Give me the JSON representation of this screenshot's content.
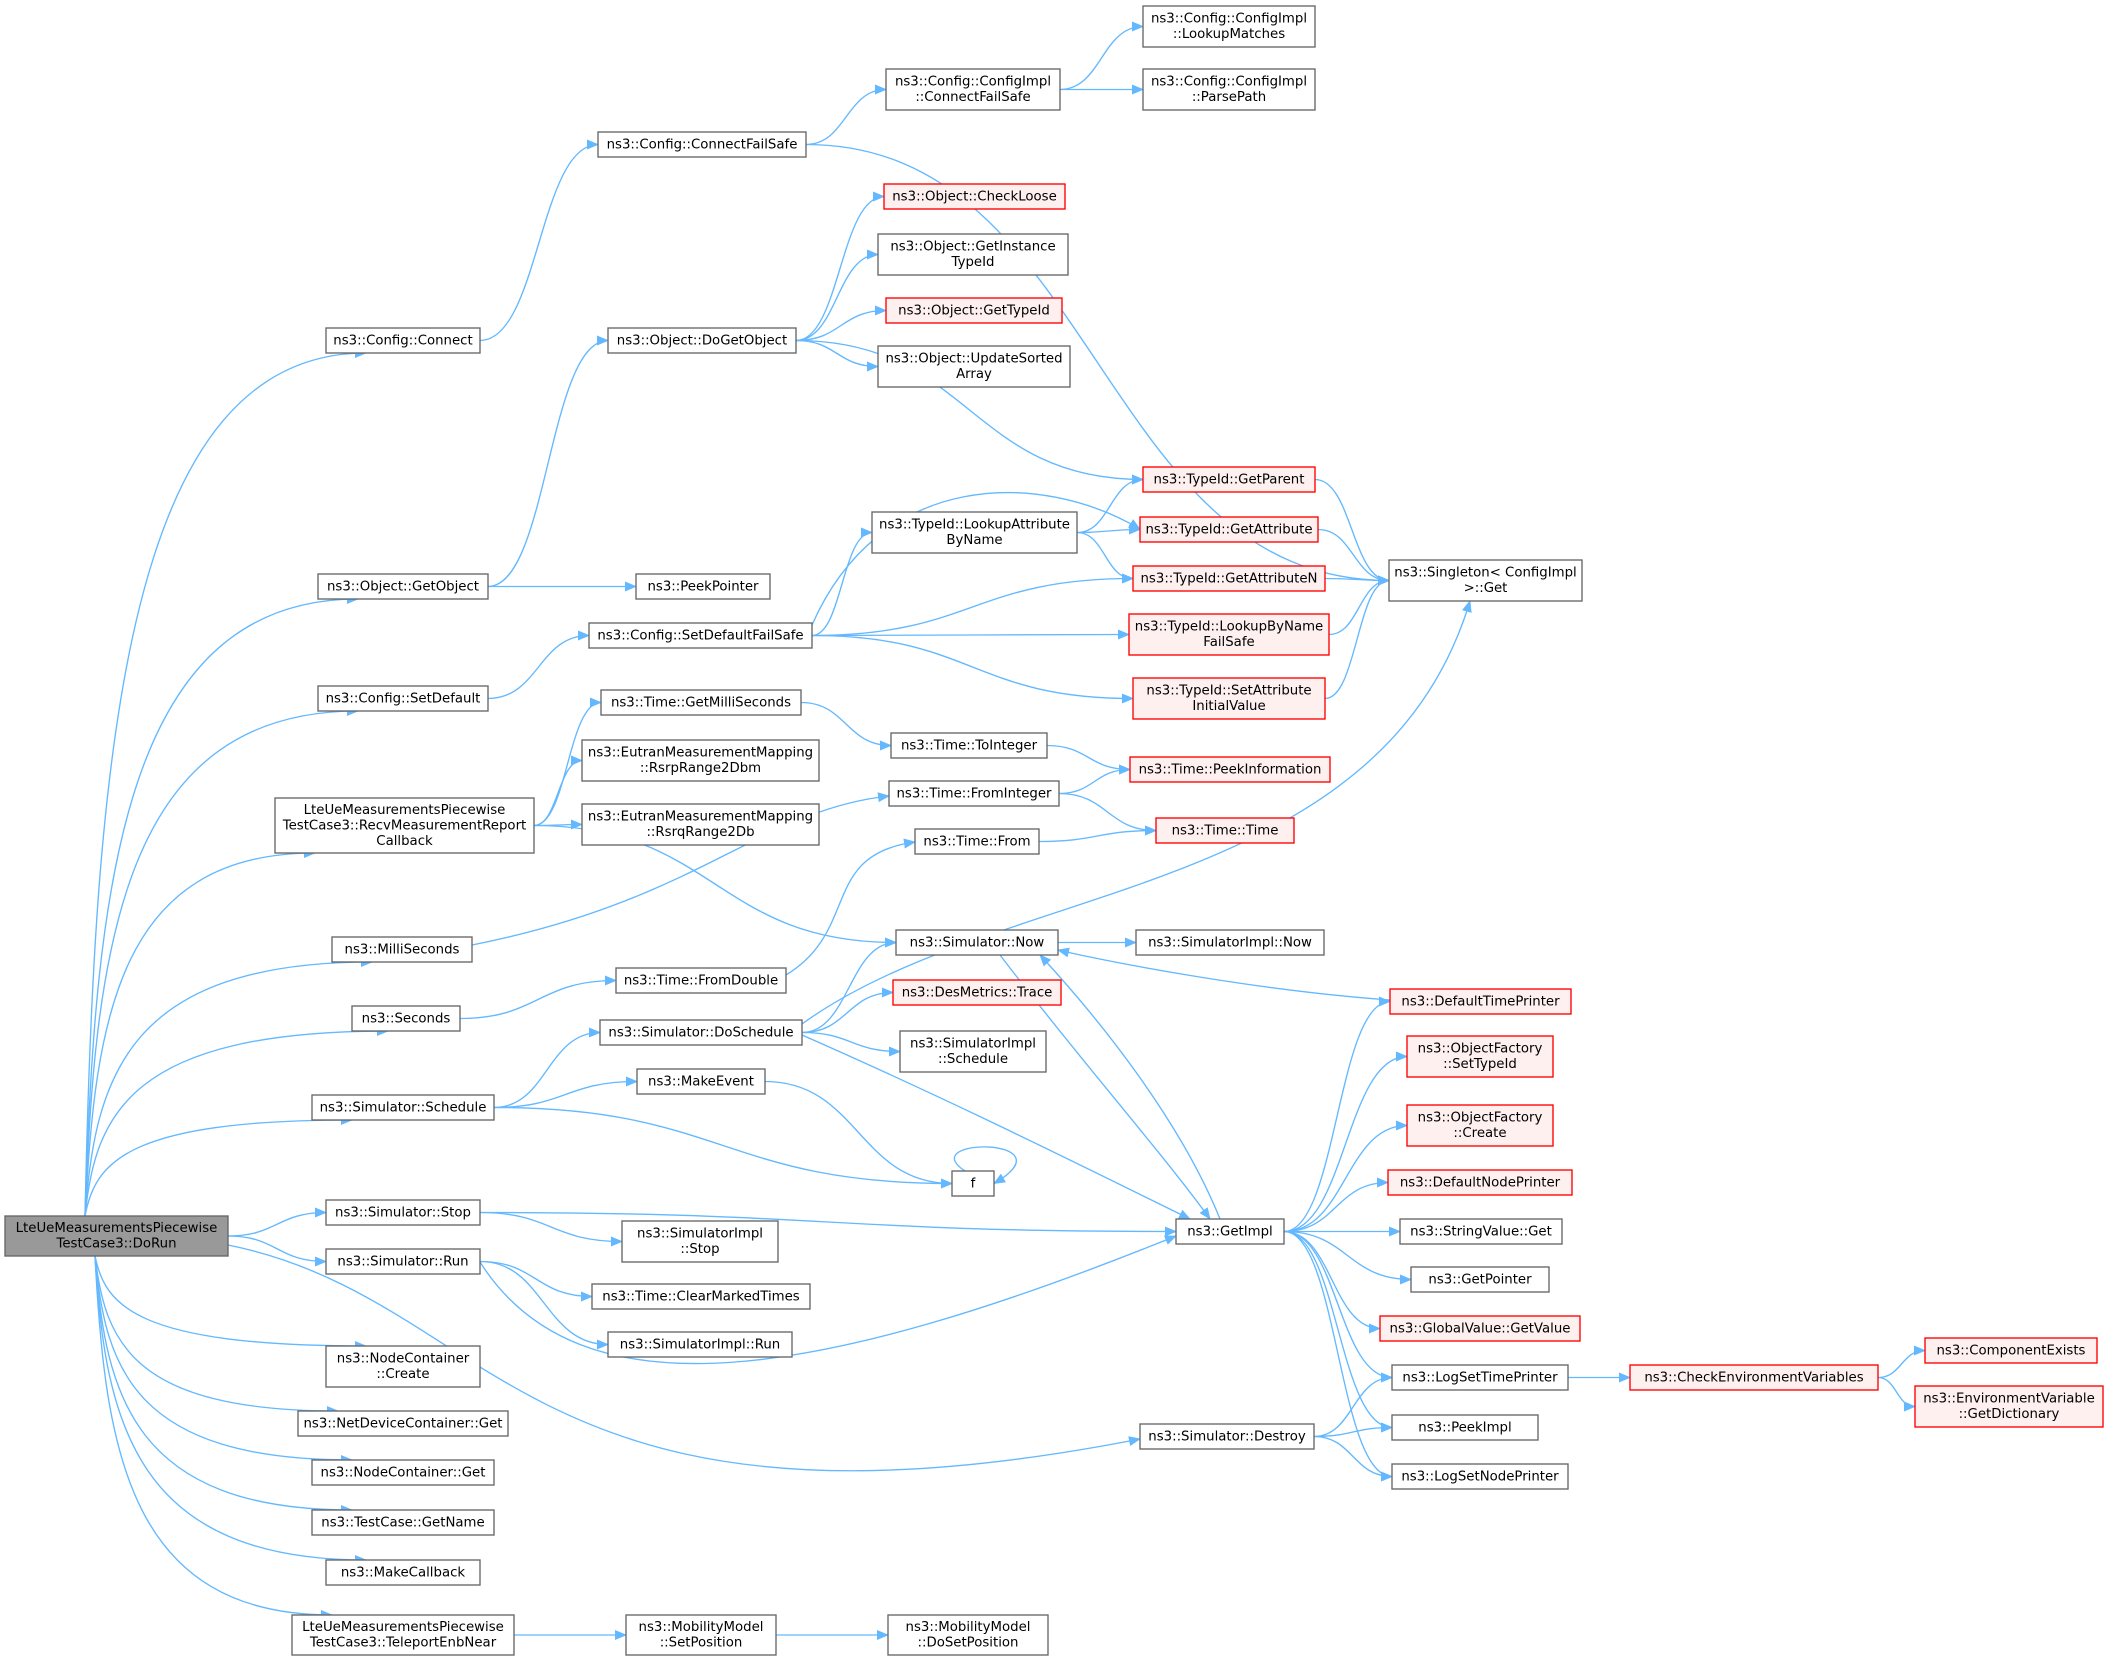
{
  "colors": {
    "edge": "#63b8ff",
    "root_fill": "#999999",
    "root_stroke": "#666666",
    "normal_fill": "#ffffff",
    "normal_stroke": "#666666",
    "truncated_fill": "#fff0f0",
    "truncated_stroke": "#ff0000"
  },
  "nodes": [
    {
      "id": "doRun",
      "lines": [
        "LteUeMeasurementsPiecewise",
        "TestCase3::DoRun"
      ],
      "style": "root"
    },
    {
      "id": "cfgConnect",
      "lines": [
        "ns3::Config::Connect"
      ],
      "style": "normal"
    },
    {
      "id": "cfgConnectFailSafe",
      "lines": [
        "ns3::Config::ConnectFailSafe"
      ],
      "style": "normal"
    },
    {
      "id": "cfgImplConnectFailSafe",
      "lines": [
        "ns3::Config::ConfigImpl",
        "::ConnectFailSafe"
      ],
      "style": "normal"
    },
    {
      "id": "cfgImplLookupMatches",
      "lines": [
        "ns3::Config::ConfigImpl",
        "::LookupMatches"
      ],
      "style": "normal"
    },
    {
      "id": "cfgImplParsePath",
      "lines": [
        "ns3::Config::ConfigImpl",
        "::ParsePath"
      ],
      "style": "normal"
    },
    {
      "id": "singletonGet",
      "lines": [
        "ns3::Singleton< ConfigImpl",
        " >::Get"
      ],
      "style": "normal"
    },
    {
      "id": "objGetObject",
      "lines": [
        "ns3::Object::GetObject"
      ],
      "style": "normal"
    },
    {
      "id": "objDoGetObject",
      "lines": [
        "ns3::Object::DoGetObject"
      ],
      "style": "normal"
    },
    {
      "id": "objCheckLoose",
      "lines": [
        "ns3::Object::CheckLoose"
      ],
      "style": "truncated"
    },
    {
      "id": "objGetInstanceTypeId",
      "lines": [
        "ns3::Object::GetInstance",
        "TypeId"
      ],
      "style": "normal"
    },
    {
      "id": "objGetTypeId",
      "lines": [
        "ns3::Object::GetTypeId"
      ],
      "style": "truncated"
    },
    {
      "id": "objUpdateSortedArray",
      "lines": [
        "ns3::Object::UpdateSorted",
        "Array"
      ],
      "style": "normal"
    },
    {
      "id": "typeIdGetParent",
      "lines": [
        "ns3::TypeId::GetParent"
      ],
      "style": "truncated"
    },
    {
      "id": "peekPointer",
      "lines": [
        "ns3::PeekPointer"
      ],
      "style": "normal"
    },
    {
      "id": "cfgSetDefault",
      "lines": [
        "ns3::Config::SetDefault"
      ],
      "style": "normal"
    },
    {
      "id": "cfgSetDefaultFailSafe",
      "lines": [
        "ns3::Config::SetDefaultFailSafe"
      ],
      "style": "normal"
    },
    {
      "id": "typeIdLookupAttrByName",
      "lines": [
        "ns3::TypeId::LookupAttribute",
        "ByName"
      ],
      "style": "normal"
    },
    {
      "id": "typeIdGetAttribute",
      "lines": [
        "ns3::TypeId::GetAttribute"
      ],
      "style": "truncated"
    },
    {
      "id": "typeIdGetAttributeN",
      "lines": [
        "ns3::TypeId::GetAttributeN"
      ],
      "style": "truncated"
    },
    {
      "id": "typeIdLookupByNameFailSafe",
      "lines": [
        "ns3::TypeId::LookupByName",
        "FailSafe"
      ],
      "style": "truncated"
    },
    {
      "id": "typeIdSetAttrInitialValue",
      "lines": [
        "ns3::TypeId::SetAttribute",
        "InitialValue"
      ],
      "style": "truncated"
    },
    {
      "id": "recvMeasReport",
      "lines": [
        "LteUeMeasurementsPiecewise",
        "TestCase3::RecvMeasurementReport",
        "Callback"
      ],
      "style": "normal"
    },
    {
      "id": "timeGetMilliSeconds",
      "lines": [
        "ns3::Time::GetMilliSeconds"
      ],
      "style": "normal"
    },
    {
      "id": "timeToInteger",
      "lines": [
        "ns3::Time::ToInteger"
      ],
      "style": "normal"
    },
    {
      "id": "timePeekInformation",
      "lines": [
        "ns3::Time::PeekInformation"
      ],
      "style": "truncated"
    },
    {
      "id": "rsrpRange2Dbm",
      "lines": [
        "ns3::EutranMeasurementMapping",
        "::RsrpRange2Dbm"
      ],
      "style": "normal"
    },
    {
      "id": "rsrqRange2Db",
      "lines": [
        "ns3::EutranMeasurementMapping",
        "::RsrqRange2Db"
      ],
      "style": "normal"
    },
    {
      "id": "milliSeconds",
      "lines": [
        "ns3::MilliSeconds"
      ],
      "style": "normal"
    },
    {
      "id": "timeFromInteger",
      "lines": [
        "ns3::Time::FromInteger"
      ],
      "style": "normal"
    },
    {
      "id": "timeTime",
      "lines": [
        "ns3::Time::Time"
      ],
      "style": "truncated"
    },
    {
      "id": "timeFrom",
      "lines": [
        "ns3::Time::From"
      ],
      "style": "normal"
    },
    {
      "id": "seconds",
      "lines": [
        "ns3::Seconds"
      ],
      "style": "normal"
    },
    {
      "id": "timeFromDouble",
      "lines": [
        "ns3::Time::FromDouble"
      ],
      "style": "normal"
    },
    {
      "id": "simNow",
      "lines": [
        "ns3::Simulator::Now"
      ],
      "style": "normal"
    },
    {
      "id": "simImplNow",
      "lines": [
        "ns3::SimulatorImpl::Now"
      ],
      "style": "normal"
    },
    {
      "id": "simSchedule",
      "lines": [
        "ns3::Simulator::Schedule"
      ],
      "style": "normal"
    },
    {
      "id": "simDoSchedule",
      "lines": [
        "ns3::Simulator::DoSchedule"
      ],
      "style": "normal"
    },
    {
      "id": "desMetricsTrace",
      "lines": [
        "ns3::DesMetrics::Trace"
      ],
      "style": "truncated"
    },
    {
      "id": "simImplSchedule",
      "lines": [
        "ns3::SimulatorImpl",
        "::Schedule"
      ],
      "style": "normal"
    },
    {
      "id": "makeEvent",
      "lines": [
        "ns3::MakeEvent"
      ],
      "style": "normal"
    },
    {
      "id": "fNode",
      "lines": [
        "f"
      ],
      "style": "normal"
    },
    {
      "id": "defaultTimePrinter",
      "lines": [
        "ns3::DefaultTimePrinter"
      ],
      "style": "truncated"
    },
    {
      "id": "objFactorySetTypeId",
      "lines": [
        "ns3::ObjectFactory",
        "::SetTypeId"
      ],
      "style": "truncated"
    },
    {
      "id": "objFactoryCreate",
      "lines": [
        "ns3::ObjectFactory",
        "::Create"
      ],
      "style": "truncated"
    },
    {
      "id": "defaultNodePrinter",
      "lines": [
        "ns3::DefaultNodePrinter"
      ],
      "style": "truncated"
    },
    {
      "id": "simStop",
      "lines": [
        "ns3::Simulator::Stop"
      ],
      "style": "normal"
    },
    {
      "id": "getImpl",
      "lines": [
        "ns3::GetImpl"
      ],
      "style": "normal"
    },
    {
      "id": "simImplStop",
      "lines": [
        "ns3::SimulatorImpl",
        "::Stop"
      ],
      "style": "normal"
    },
    {
      "id": "stringValueGet",
      "lines": [
        "ns3::StringValue::Get"
      ],
      "style": "normal"
    },
    {
      "id": "simRun",
      "lines": [
        "ns3::Simulator::Run"
      ],
      "style": "normal"
    },
    {
      "id": "timeClearMarkedTimes",
      "lines": [
        "ns3::Time::ClearMarkedTimes"
      ],
      "style": "normal"
    },
    {
      "id": "getPointer",
      "lines": [
        "ns3::GetPointer"
      ],
      "style": "normal"
    },
    {
      "id": "globalValueGetValue",
      "lines": [
        "ns3::GlobalValue::GetValue"
      ],
      "style": "truncated"
    },
    {
      "id": "simImplRun",
      "lines": [
        "ns3::SimulatorImpl::Run"
      ],
      "style": "normal"
    },
    {
      "id": "componentExists",
      "lines": [
        "ns3::ComponentExists"
      ],
      "style": "truncated"
    },
    {
      "id": "logSetTimePrinter",
      "lines": [
        "ns3::LogSetTimePrinter"
      ],
      "style": "normal"
    },
    {
      "id": "checkEnvVars",
      "lines": [
        "ns3::CheckEnvironmentVariables"
      ],
      "style": "truncated"
    },
    {
      "id": "envVarGetDictionary",
      "lines": [
        "ns3::EnvironmentVariable",
        "::GetDictionary"
      ],
      "style": "truncated"
    },
    {
      "id": "nodeContainerCreate",
      "lines": [
        "ns3::NodeContainer",
        "::Create"
      ],
      "style": "normal"
    },
    {
      "id": "netDevContainerGet",
      "lines": [
        "ns3::NetDeviceContainer::Get"
      ],
      "style": "normal"
    },
    {
      "id": "simDestroy",
      "lines": [
        "ns3::Simulator::Destroy"
      ],
      "style": "normal"
    },
    {
      "id": "peekImpl",
      "lines": [
        "ns3::PeekImpl"
      ],
      "style": "normal"
    },
    {
      "id": "nodeContainerGet",
      "lines": [
        "ns3::NodeContainer::Get"
      ],
      "style": "normal"
    },
    {
      "id": "logSetNodePrinter",
      "lines": [
        "ns3::LogSetNodePrinter"
      ],
      "style": "normal"
    },
    {
      "id": "testCaseGetName",
      "lines": [
        "ns3::TestCase::GetName"
      ],
      "style": "normal"
    },
    {
      "id": "makeCallback",
      "lines": [
        "ns3::MakeCallback"
      ],
      "style": "normal"
    },
    {
      "id": "teleportEnbNear",
      "lines": [
        "LteUeMeasurementsPiecewise",
        "TestCase3::TeleportEnbNear"
      ],
      "style": "normal"
    },
    {
      "id": "mobilitySetPosition",
      "lines": [
        "ns3::MobilityModel",
        "::SetPosition"
      ],
      "style": "normal"
    },
    {
      "id": "mobilityDoSetPosition",
      "lines": [
        "ns3::MobilityModel",
        "::DoSetPosition"
      ],
      "style": "normal"
    }
  ],
  "edges": [
    [
      "doRun",
      "cfgConnect"
    ],
    [
      "cfgConnect",
      "cfgConnectFailSafe"
    ],
    [
      "cfgConnectFailSafe",
      "cfgImplConnectFailSafe"
    ],
    [
      "cfgConnectFailSafe",
      "singletonGet"
    ],
    [
      "cfgImplConnectFailSafe",
      "cfgImplLookupMatches"
    ],
    [
      "cfgImplConnectFailSafe",
      "cfgImplParsePath"
    ],
    [
      "doRun",
      "objGetObject"
    ],
    [
      "objGetObject",
      "objDoGetObject"
    ],
    [
      "objGetObject",
      "peekPointer"
    ],
    [
      "objDoGetObject",
      "objCheckLoose"
    ],
    [
      "objDoGetObject",
      "objGetInstanceTypeId"
    ],
    [
      "objDoGetObject",
      "objGetTypeId"
    ],
    [
      "objDoGetObject",
      "objUpdateSortedArray"
    ],
    [
      "objDoGetObject",
      "typeIdGetParent"
    ],
    [
      "typeIdGetParent",
      "singletonGet"
    ],
    [
      "doRun",
      "cfgSetDefault"
    ],
    [
      "cfgSetDefault",
      "cfgSetDefaultFailSafe"
    ],
    [
      "cfgSetDefaultFailSafe",
      "typeIdGetAttribute"
    ],
    [
      "cfgSetDefaultFailSafe",
      "typeIdLookupAttrByName"
    ],
    [
      "cfgSetDefaultFailSafe",
      "typeIdGetAttributeN"
    ],
    [
      "cfgSetDefaultFailSafe",
      "typeIdLookupByNameFailSafe"
    ],
    [
      "cfgSetDefaultFailSafe",
      "typeIdSetAttrInitialValue"
    ],
    [
      "typeIdLookupAttrByName",
      "typeIdGetParent"
    ],
    [
      "typeIdLookupAttrByName",
      "typeIdGetAttribute"
    ],
    [
      "typeIdLookupAttrByName",
      "typeIdGetAttributeN"
    ],
    [
      "typeIdGetAttribute",
      "singletonGet"
    ],
    [
      "typeIdGetAttributeN",
      "singletonGet"
    ],
    [
      "typeIdLookupByNameFailSafe",
      "singletonGet"
    ],
    [
      "typeIdSetAttrInitialValue",
      "singletonGet"
    ],
    [
      "doRun",
      "recvMeasReport"
    ],
    [
      "recvMeasReport",
      "timeGetMilliSeconds"
    ],
    [
      "recvMeasReport",
      "rsrpRange2Dbm"
    ],
    [
      "recvMeasReport",
      "rsrqRange2Db"
    ],
    [
      "recvMeasReport",
      "simNow"
    ],
    [
      "timeGetMilliSeconds",
      "timeToInteger"
    ],
    [
      "timeToInteger",
      "timePeekInformation"
    ],
    [
      "doRun",
      "milliSeconds"
    ],
    [
      "milliSeconds",
      "timeFromInteger"
    ],
    [
      "timeFromInteger",
      "timePeekInformation"
    ],
    [
      "timeFromInteger",
      "timeTime"
    ],
    [
      "timeFrom",
      "timeTime"
    ],
    [
      "doRun",
      "seconds"
    ],
    [
      "seconds",
      "timeFromDouble"
    ],
    [
      "timeFromDouble",
      "timeFrom"
    ],
    [
      "simNow",
      "simImplNow"
    ],
    [
      "simNow",
      "getImpl"
    ],
    [
      "getImpl",
      "simNow"
    ],
    [
      "doRun",
      "simSchedule"
    ],
    [
      "simSchedule",
      "simDoSchedule"
    ],
    [
      "simSchedule",
      "makeEvent"
    ],
    [
      "simSchedule",
      "fNode"
    ],
    [
      "simDoSchedule",
      "simNow"
    ],
    [
      "simDoSchedule",
      "singletonGet"
    ],
    [
      "simDoSchedule",
      "desMetricsTrace"
    ],
    [
      "simDoSchedule",
      "simImplSchedule"
    ],
    [
      "simDoSchedule",
      "getImpl"
    ],
    [
      "makeEvent",
      "fNode"
    ],
    [
      "fNode",
      "fNode"
    ],
    [
      "defaultTimePrinter",
      "simNow"
    ],
    [
      "doRun",
      "simStop"
    ],
    [
      "simStop",
      "getImpl"
    ],
    [
      "simStop",
      "simImplStop"
    ],
    [
      "doRun",
      "simRun"
    ],
    [
      "simRun",
      "getImpl"
    ],
    [
      "simRun",
      "timeClearMarkedTimes"
    ],
    [
      "simRun",
      "simImplRun"
    ],
    [
      "getImpl",
      "defaultTimePrinter"
    ],
    [
      "getImpl",
      "objFactorySetTypeId"
    ],
    [
      "getImpl",
      "objFactoryCreate"
    ],
    [
      "getImpl",
      "defaultNodePrinter"
    ],
    [
      "getImpl",
      "stringValueGet"
    ],
    [
      "getImpl",
      "getPointer"
    ],
    [
      "getImpl",
      "globalValueGetValue"
    ],
    [
      "getImpl",
      "logSetTimePrinter"
    ],
    [
      "getImpl",
      "peekImpl"
    ],
    [
      "getImpl",
      "logSetNodePrinter"
    ],
    [
      "logSetTimePrinter",
      "checkEnvVars"
    ],
    [
      "checkEnvVars",
      "componentExists"
    ],
    [
      "checkEnvVars",
      "envVarGetDictionary"
    ],
    [
      "doRun",
      "nodeContainerCreate"
    ],
    [
      "doRun",
      "netDevContainerGet"
    ],
    [
      "doRun",
      "simDestroy"
    ],
    [
      "simDestroy",
      "logSetTimePrinter"
    ],
    [
      "simDestroy",
      "peekImpl"
    ],
    [
      "simDestroy",
      "logSetNodePrinter"
    ],
    [
      "doRun",
      "nodeContainerGet"
    ],
    [
      "doRun",
      "testCaseGetName"
    ],
    [
      "doRun",
      "makeCallback"
    ],
    [
      "doRun",
      "teleportEnbNear"
    ],
    [
      "teleportEnbNear",
      "mobilitySetPosition"
    ],
    [
      "mobilitySetPosition",
      "mobilityDoSetPosition"
    ]
  ]
}
